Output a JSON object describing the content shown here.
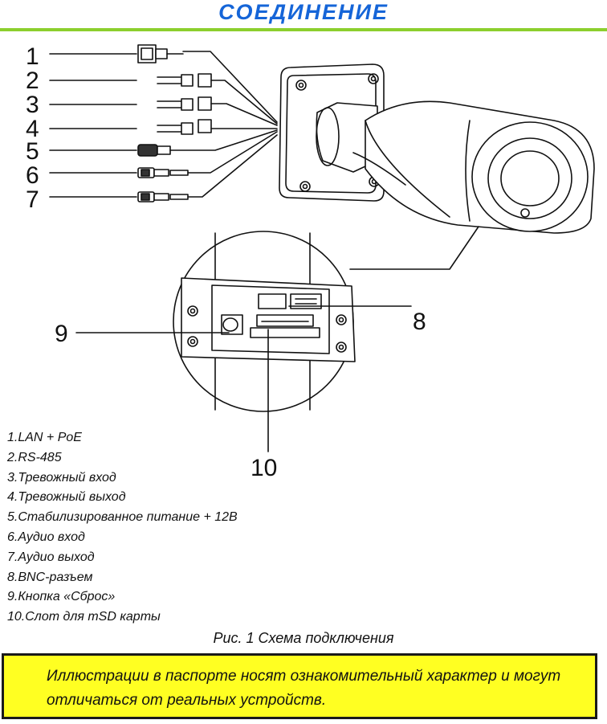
{
  "header": {
    "title": "СОЕДИНЕНИЕ"
  },
  "callouts": [
    "1",
    "2",
    "3",
    "4",
    "5",
    "6",
    "7",
    "8",
    "9",
    "10"
  ],
  "legend": [
    "1.LAN + PoE",
    "2.RS-485",
    "3.Тревожный вход",
    "4.Тревожный выход",
    "5.Стабилизированное питание + 12В",
    "6.Аудио вход",
    "7.Аудио выход",
    "8.BNC-разъем",
    "9.Кнопка «Сброс»",
    "10.Слот для mSD карты"
  ],
  "caption": "Рис. 1 Схема подключения",
  "notice": {
    "line1": "Иллюстрации в паспорте носят ознакомительный  характер и могут",
    "line2": "отличаться от реальных устройств."
  },
  "colors": {
    "title": "#1565d8",
    "rule": "#8ccf2e",
    "notice_bg": "#ffff22"
  }
}
